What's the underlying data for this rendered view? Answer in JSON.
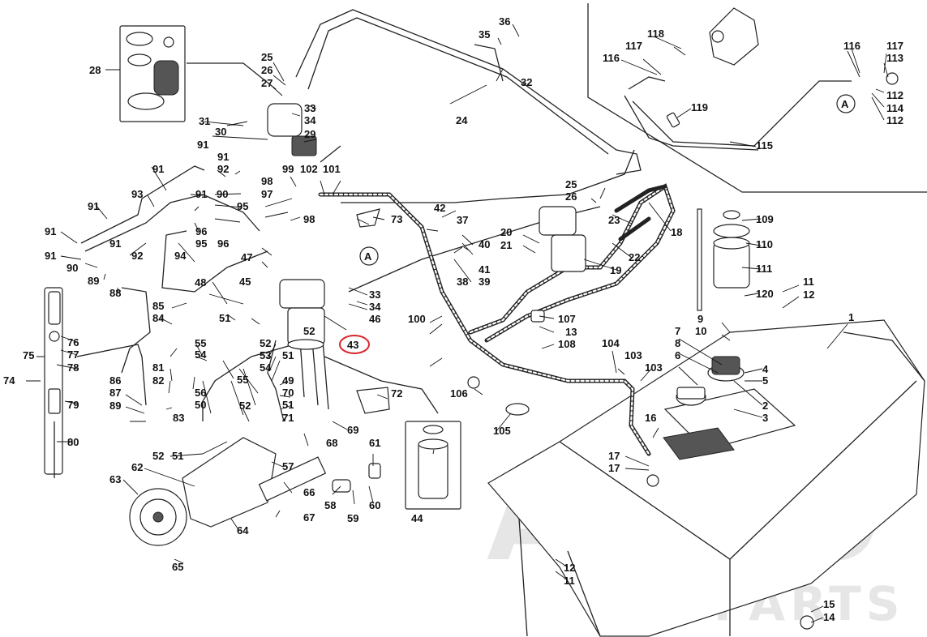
{
  "watermark": {
    "brand": "AGRO",
    "sub": "PARTS"
  },
  "detail_marker": "A",
  "highlighted_label": "43",
  "colors": {
    "line": "#222222",
    "highlight": "#d9262c",
    "watermark": "#e6e6e6",
    "background": "#ffffff"
  },
  "labels": {
    "p1": "1",
    "p2": "2",
    "p3": "3",
    "p4": "4",
    "p5": "5",
    "p6": "6",
    "p7": "7",
    "p8": "8",
    "p9": "9",
    "p10": "10",
    "p11a": "11",
    "p11b": "11",
    "p12a": "12",
    "p12b": "12",
    "p13": "13",
    "p14": "14",
    "p15": "15",
    "p16": "16",
    "p17a": "17",
    "p17b": "17",
    "p18": "18",
    "p19": "19",
    "p20": "20",
    "p21": "21",
    "p22": "22",
    "p23": "23",
    "p24": "24",
    "p25a": "25",
    "p25b": "25",
    "p26a": "26",
    "p26b": "26",
    "p27": "27",
    "p28": "28",
    "p29": "29",
    "p30": "30",
    "p31": "31",
    "p32": "32",
    "p33a": "33",
    "p33b": "33",
    "p34a": "34",
    "p34b": "34",
    "p35": "35",
    "p36": "36",
    "p37": "37",
    "p38": "38",
    "p39": "39",
    "p40": "40",
    "p41": "41",
    "p42": "42",
    "p43": "43",
    "p44": "44",
    "p45": "45",
    "p46": "46",
    "p47": "47",
    "p48": "48",
    "p49": "49",
    "p50": "50",
    "p51a": "51",
    "p51b": "51",
    "p51c": "51",
    "p51d": "51",
    "p52a": "52",
    "p52b": "52",
    "p52c": "52",
    "p52d": "52",
    "p53": "53",
    "p54a": "54",
    "p54b": "54",
    "p55a": "55",
    "p55b": "55",
    "p56": "56",
    "p57": "57",
    "p58": "58",
    "p59": "59",
    "p60": "60",
    "p61": "61",
    "p62": "62",
    "p63": "63",
    "p64": "64",
    "p65": "65",
    "p66": "66",
    "p67": "67",
    "p68": "68",
    "p69": "69",
    "p70": "70",
    "p71": "71",
    "p72": "72",
    "p73": "73",
    "p74": "74",
    "p75": "75",
    "p76": "76",
    "p77": "77",
    "p78": "78",
    "p79": "79",
    "p80": "80",
    "p81": "81",
    "p82": "82",
    "p83": "83",
    "p84": "84",
    "p85": "85",
    "p86": "86",
    "p87": "87",
    "p88": "88",
    "p89a": "89",
    "p89b": "89",
    "p90a": "90",
    "p90b": "90",
    "p91a": "91",
    "p91b": "91",
    "p91c": "91",
    "p91d": "91",
    "p91e": "91",
    "p91f": "91",
    "p91g": "91",
    "p92a": "92",
    "p92b": "92",
    "p93": "93",
    "p94": "94",
    "p95a": "95",
    "p95b": "95",
    "p96a": "96",
    "p96b": "96",
    "p97": "97",
    "p98a": "98",
    "p98b": "98",
    "p99": "99",
    "p100": "100",
    "p101": "101",
    "p102": "102",
    "p103a": "103",
    "p103b": "103",
    "p104": "104",
    "p105": "105",
    "p106": "106",
    "p107": "107",
    "p108": "108",
    "p109": "109",
    "p110": "110",
    "p111": "111",
    "p112a": "112",
    "p112b": "112",
    "p113": "113",
    "p114": "114",
    "p115": "115",
    "p116a": "116",
    "p116b": "116",
    "p117a": "117",
    "p117b": "117",
    "p118": "118",
    "p119": "119",
    "p120": "120"
  }
}
